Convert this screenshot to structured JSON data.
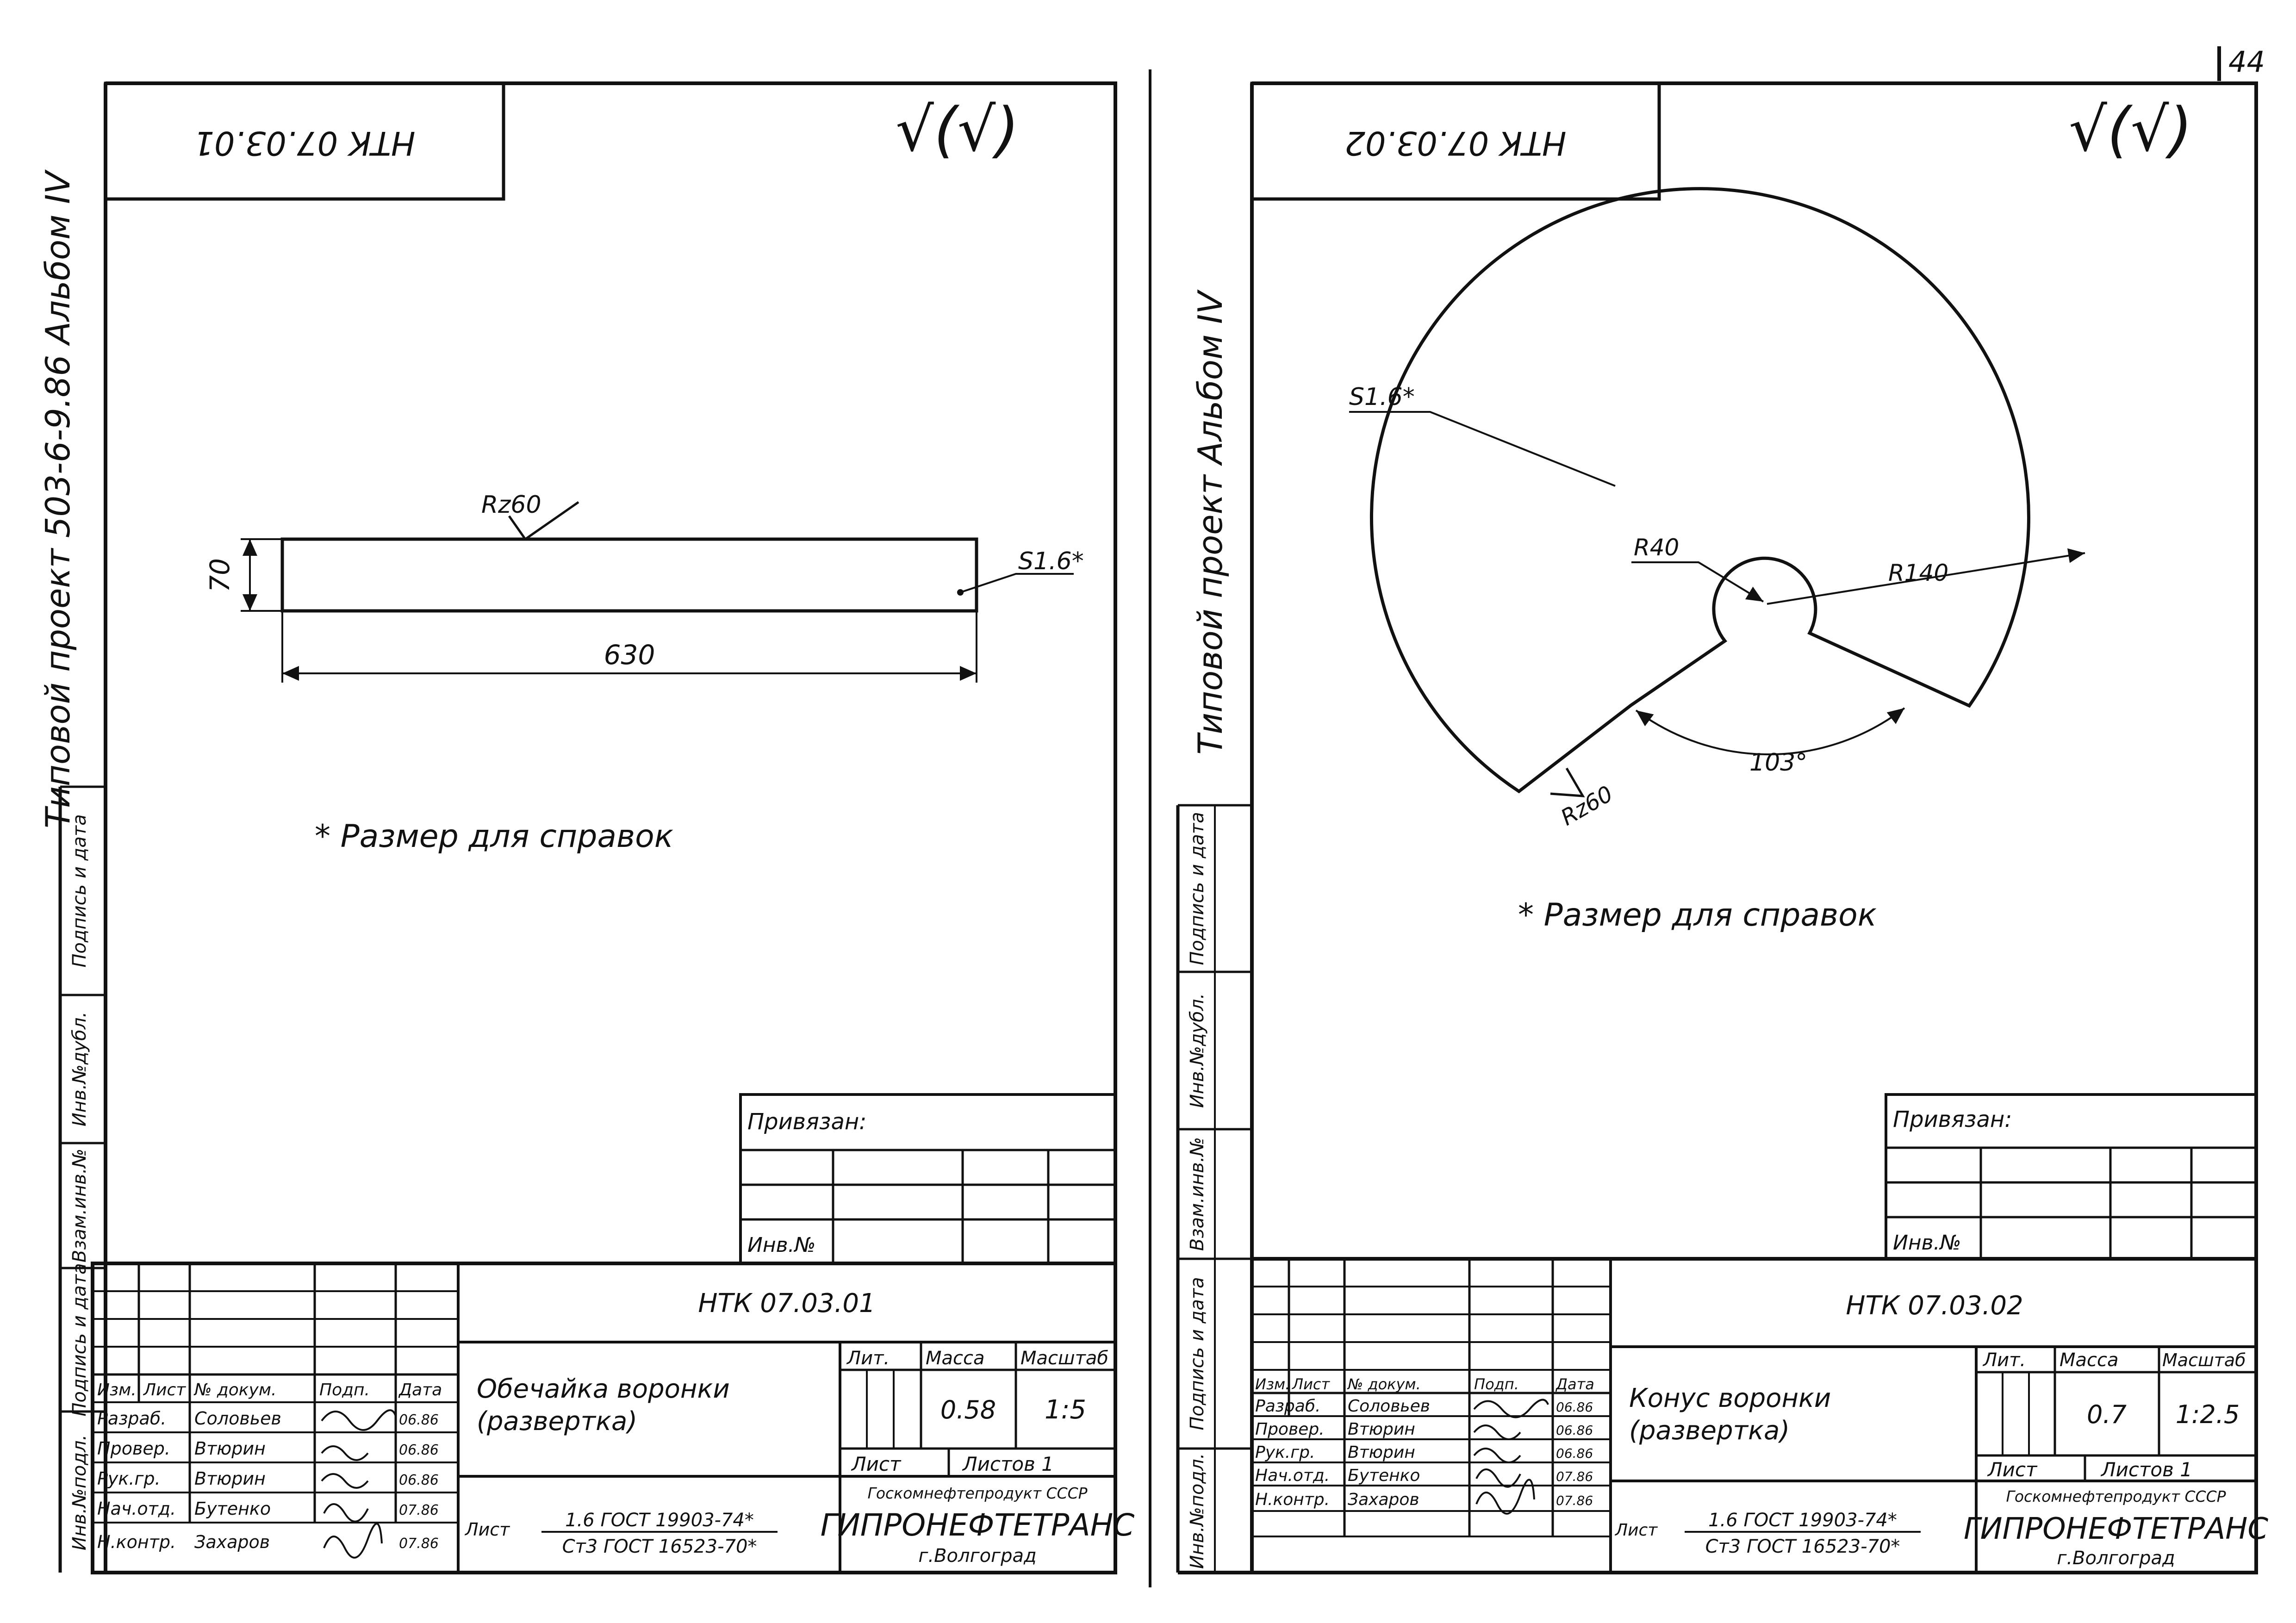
{
  "page_number": "44",
  "left_sheet": {
    "stamp_code": "НТК 07.03.01",
    "roughness_mark": "√(√)",
    "vertical_project_title": "Типовой проект 503-6-9.86 Альбом IV",
    "side_labels": [
      "Инв.№подл.",
      "Подпись и дата",
      "Взам.инв.№",
      "Инв.№дубл.",
      "Подпись и дата"
    ],
    "drawing": {
      "dim_width": "630",
      "dim_height": "70",
      "roughness": "Rz60",
      "thickness": "S1.6*"
    },
    "note": "* Размер для справок",
    "attached_label": "Привязан:",
    "inv_label": "Инв.№",
    "title_block": {
      "doc_code": "НТК 07.03.01",
      "headers": [
        "Изм.",
        "Лист",
        "№ докум.",
        "Подп.",
        "Дата"
      ],
      "rows": [
        {
          "role": "Разраб.",
          "name": "Соловьев",
          "date": "06.86"
        },
        {
          "role": "Провер.",
          "name": "Втюрин",
          "date": "06.86"
        },
        {
          "role": "Рук.гр.",
          "name": "Втюрин",
          "date": "06.86"
        },
        {
          "role": "Нач.отд.",
          "name": "Бутенко",
          "date": "07.86"
        },
        {
          "role": "Н.контр.",
          "name": "Захаров",
          "date": "07.86"
        }
      ],
      "part_name": "Обечайка воронки",
      "part_sub": "(развертка)",
      "lit_label": "Лит.",
      "mass_label": "Масса",
      "scale_label": "Масштаб",
      "mass": "0.58",
      "scale": "1:5",
      "sheet_label": "Лист",
      "sheets_label": "Листов 1",
      "material_prefix": "Лист",
      "material_top": "1.6 ГОСТ 19903-74*",
      "material_bottom": "Ст3 ГОСТ 16523-70*",
      "org_top": "Госкомнефтепродукт СССР",
      "org_main": "ГИПРОНЕФТЕТРАНС",
      "org_city": "г.Волгоград"
    }
  },
  "right_sheet": {
    "stamp_code": "НТК 07.03.02",
    "roughness_mark": "√(√)",
    "vertical_project_title": "Типовой проект Альбом IV",
    "side_labels": [
      "Инв.№подл.",
      "Подпись и дата",
      "Взам.инв.№",
      "Инв.№дубл.",
      "Подпись и дата"
    ],
    "drawing": {
      "thickness": "S1.6*",
      "r_inner": "R40",
      "r_outer": "R140",
      "angle": "103°",
      "roughness": "Rz60"
    },
    "note": "* Размер для справок",
    "attached_label": "Привязан:",
    "inv_label": "Инв.№",
    "title_block": {
      "doc_code": "НТК 07.03.02",
      "headers": [
        "Изм.",
        "Лист",
        "№ докум.",
        "Подп.",
        "Дата"
      ],
      "rows": [
        {
          "role": "Разраб.",
          "name": "Соловьев",
          "date": "06.86"
        },
        {
          "role": "Провер.",
          "name": "Втюрин",
          "date": "06.86"
        },
        {
          "role": "Рук.гр.",
          "name": "Втюрин",
          "date": "06.86"
        },
        {
          "role": "Нач.отд.",
          "name": "Бутенко",
          "date": "07.86"
        },
        {
          "role": "Н.контр.",
          "name": "Захаров",
          "date": "07.86"
        }
      ],
      "part_name": "Конус воронки",
      "part_sub": "(развертка)",
      "lit_label": "Лит.",
      "mass_label": "Масса",
      "scale_label": "Масштаб",
      "mass": "0.7",
      "scale": "1:2.5",
      "sheet_label": "Лист",
      "sheets_label": "Листов 1",
      "material_prefix": "Лист",
      "material_top": "1.6 ГОСТ 19903-74*",
      "material_bottom": "Ст3 ГОСТ 16523-70*",
      "org_top": "Госкомнефтепродукт СССР",
      "org_main": "ГИПРОНЕФТЕТРАНС",
      "org_city": "г.Волгоград"
    }
  }
}
